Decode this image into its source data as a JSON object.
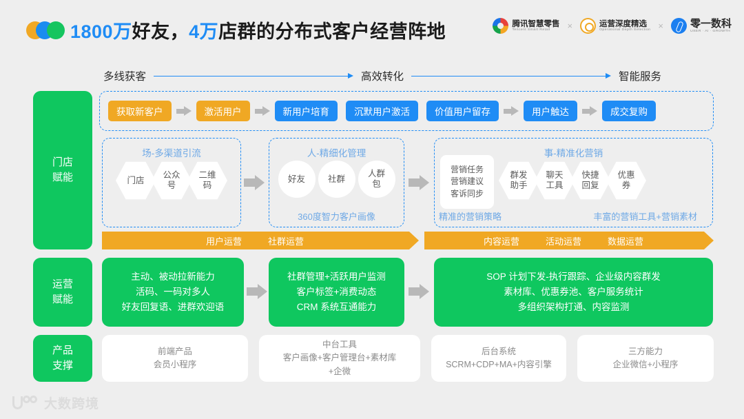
{
  "header": {
    "title_pre": "1800万",
    "title_mid": "好友，",
    "title_hl2": "4万",
    "title_post": "店群的分布式客户经营阵地",
    "logos": [
      {
        "cn": "腾讯智慧零售",
        "en": "Tencent Smart Retail",
        "mark": "tencent-logo-icon"
      },
      {
        "cn": "运营深度精选",
        "en": "Operational Depth Selection",
        "mark": "yunying-logo-icon"
      },
      {
        "cn": "零一数科",
        "en": "USER · AI · GROWTH",
        "mark": "lingyi-logo-icon"
      }
    ],
    "logo_separator": "×"
  },
  "flow": {
    "stage1": "多线获客",
    "stage2": "高效转化",
    "stage3": "智能服务"
  },
  "sidebar": {
    "items": [
      {
        "label": "门店\n赋能",
        "line1": "门店",
        "line2": "赋能"
      },
      {
        "label": "运营\n赋能",
        "line1": "运营",
        "line2": "赋能"
      },
      {
        "label": "产品\n支撑",
        "line1": "产品",
        "line2": "支撑"
      }
    ]
  },
  "pipeline": {
    "chips": [
      {
        "label": "获取新客户",
        "color": "#f0a824"
      },
      {
        "label": "激活用户",
        "color": "#f0a824"
      },
      {
        "label": "新用户培育",
        "color": "#1f8cf5"
      },
      {
        "label": "沉默用户激活",
        "color": "#1f8cf5"
      },
      {
        "label": "价值用户留存",
        "color": "#1f8cf5"
      },
      {
        "label": "用户触达",
        "color": "#1f8cf5"
      },
      {
        "label": "成交复购",
        "color": "#1f8cf5"
      }
    ]
  },
  "sections": {
    "sec1": {
      "title": "场-多渠道引流",
      "nodes": [
        "门店",
        "公众\n号",
        "二维\n码"
      ],
      "node1": "门店",
      "node2_l1": "公众",
      "node2_l2": "号",
      "node3_l1": "二维",
      "node3_l2": "码"
    },
    "sec2": {
      "title": "人-精细化管理",
      "node1": "好友",
      "node2": "社群",
      "node3_l1": "人群",
      "node3_l2": "包",
      "footer": "360度智力客户画像"
    },
    "sec3": {
      "title": "事-精准化营销",
      "box_l1": "营销任务",
      "box_l2": "营销建议",
      "box_l3": "客诉同步",
      "node1_l1": "群发",
      "node1_l2": "助手",
      "node2_l1": "聊天",
      "node2_l2": "工具",
      "node3_l1": "快捷",
      "node3_l2": "回复",
      "node4_l1": "优惠",
      "node4_l2": "券",
      "footer_left": "精准的营销策略",
      "footer_right": "丰富的营销工具+营销素材"
    }
  },
  "bands": {
    "band1": [
      "用户运营",
      "社群运营"
    ],
    "band2": [
      "内容运营",
      "活动运营",
      "数据运营"
    ],
    "b1_t1": "用户运营",
    "b1_t2": "社群运营",
    "b2_t1": "内容运营",
    "b2_t2": "活动运营",
    "b2_t3": "数据运营"
  },
  "operation_cards": {
    "card1_l1": "主动、被动拉新能力",
    "card1_l2": "活码、一码对多人",
    "card1_l3": "好友回复语、进群欢迎语",
    "card2_l1": "社群管理+活跃用户监测",
    "card2_l2": "客户标签+消费动态",
    "card2_l3": "CRM 系统互通能力",
    "card3_l1": "SOP 计划下发-执行跟踪、企业级内容群发",
    "card3_l2": "素材库、优惠券池、客户服务统计",
    "card3_l3": "多组织架构打通、内容监测"
  },
  "product_cards": {
    "card1_l1": "前端产品",
    "card1_l2": "会员小程序",
    "card2_l1": "中台工具",
    "card2_l2": "客户画像+客户管理台+素材库",
    "card2_l3": "+企微",
    "card3_l1": "后台系统",
    "card3_l2": "SCRM+CDP+MA+内容引擎",
    "card4_l1": "三方能力",
    "card4_l2": "企业微信+小程序"
  },
  "watermark": {
    "text": "大数跨境"
  },
  "colors": {
    "background": "#eeeeee",
    "green": "#0fc75f",
    "blue": "#1f8cf5",
    "orange": "#f0a824",
    "grey_arrow": "#b8b8b8",
    "section_text": "#6fa9e6"
  }
}
